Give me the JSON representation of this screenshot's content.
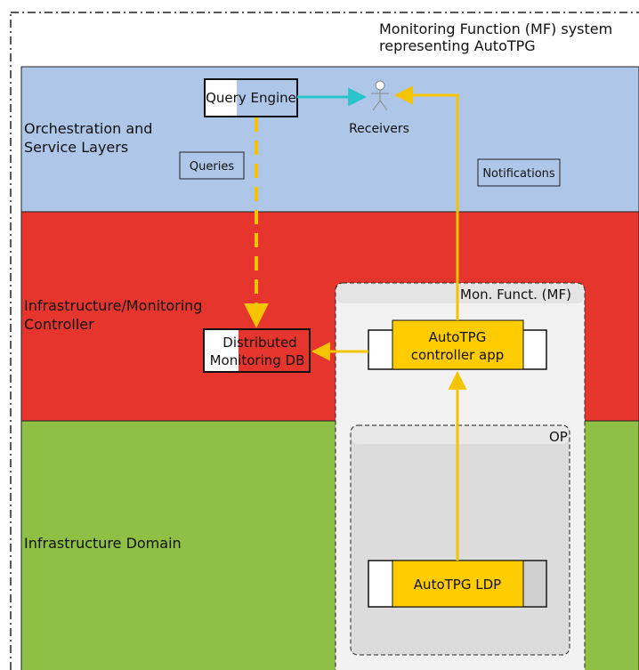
{
  "system_title": {
    "line1": "Monitoring Function (MF) system",
    "line2": "representing AutoTPG"
  },
  "layers": {
    "orchestration": {
      "line1": "Orchestration and",
      "line2": "Service Layers",
      "color": "#aec6e8"
    },
    "controller": {
      "line1": "Infrastructure/Monitoring",
      "line2": "Controller",
      "color": "#e5352d"
    },
    "domain": {
      "line1": "Infrastructure Domain",
      "color": "#8fbf44"
    }
  },
  "nodes": {
    "query_engine": "Query Engine",
    "receivers": "Receivers",
    "queries": "Queries",
    "notifications": "Notifications",
    "distributed_db": {
      "line1": "Distributed",
      "line2": "Monitoring DB"
    },
    "mf_group": "Mon. Funct. (MF)",
    "op_group": "OP",
    "controller_app": {
      "line1": "AutoTPG",
      "line2": "controller app"
    },
    "ldp": "AutoTPG LDP"
  },
  "colors": {
    "flow": "#f5c400",
    "query_flow": "#2bc4c8",
    "module": "#ffcc00"
  }
}
